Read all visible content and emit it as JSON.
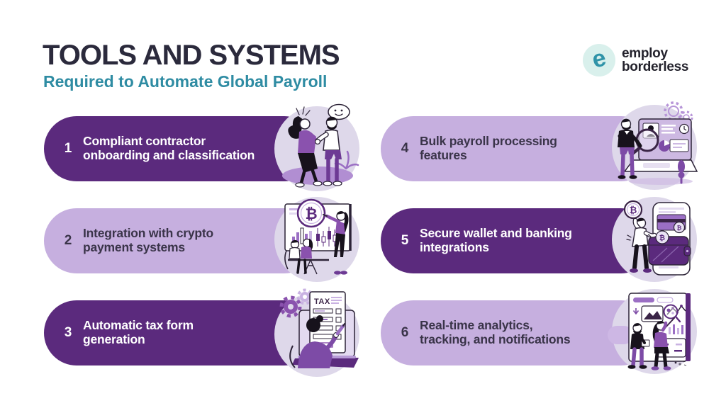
{
  "header": {
    "title": "TOOLS AND SYSTEMS",
    "subtitle": "Required to Automate Global Payroll",
    "logo": {
      "line1": "employ",
      "line2": "borderless",
      "glyph": "e"
    }
  },
  "colors": {
    "title": "#2b2a3c",
    "subtitle_teal": "#2f8ca3",
    "pill_dark_purple": "#5b2a7d",
    "pill_light_purple": "#c6afdf",
    "text_on_dark": "#ffffff",
    "text_on_light": "#3a3449",
    "illustration_circle_bg": "#ded8ea",
    "logo_teal": "#2f93a8",
    "logo_circle_bg": "#d9f0ec"
  },
  "cards": [
    {
      "number": "1",
      "lines": [
        "Compliant contractor",
        "onboarding and classification"
      ],
      "style": "dark",
      "illustration": "handshake-onboarding"
    },
    {
      "number": "2",
      "lines": [
        "Integration with crypto",
        "payment systems"
      ],
      "style": "light",
      "illustration": "crypto-payment-presentation"
    },
    {
      "number": "3",
      "lines": [
        "Automatic tax form",
        "generation"
      ],
      "style": "dark",
      "illustration": "tax-form-laptop"
    },
    {
      "number": "4",
      "lines": [
        "Bulk payroll processing",
        "features"
      ],
      "style": "light",
      "illustration": "magnifier-payroll-laptop"
    },
    {
      "number": "5",
      "lines": [
        "Secure wallet and banking",
        "integrations"
      ],
      "style": "dark",
      "illustration": "bitcoin-wallet-phone"
    },
    {
      "number": "6",
      "lines": [
        "Real-time analytics,",
        "tracking, and notifications"
      ],
      "style": "light",
      "illustration": "analytics-dashboard"
    }
  ]
}
